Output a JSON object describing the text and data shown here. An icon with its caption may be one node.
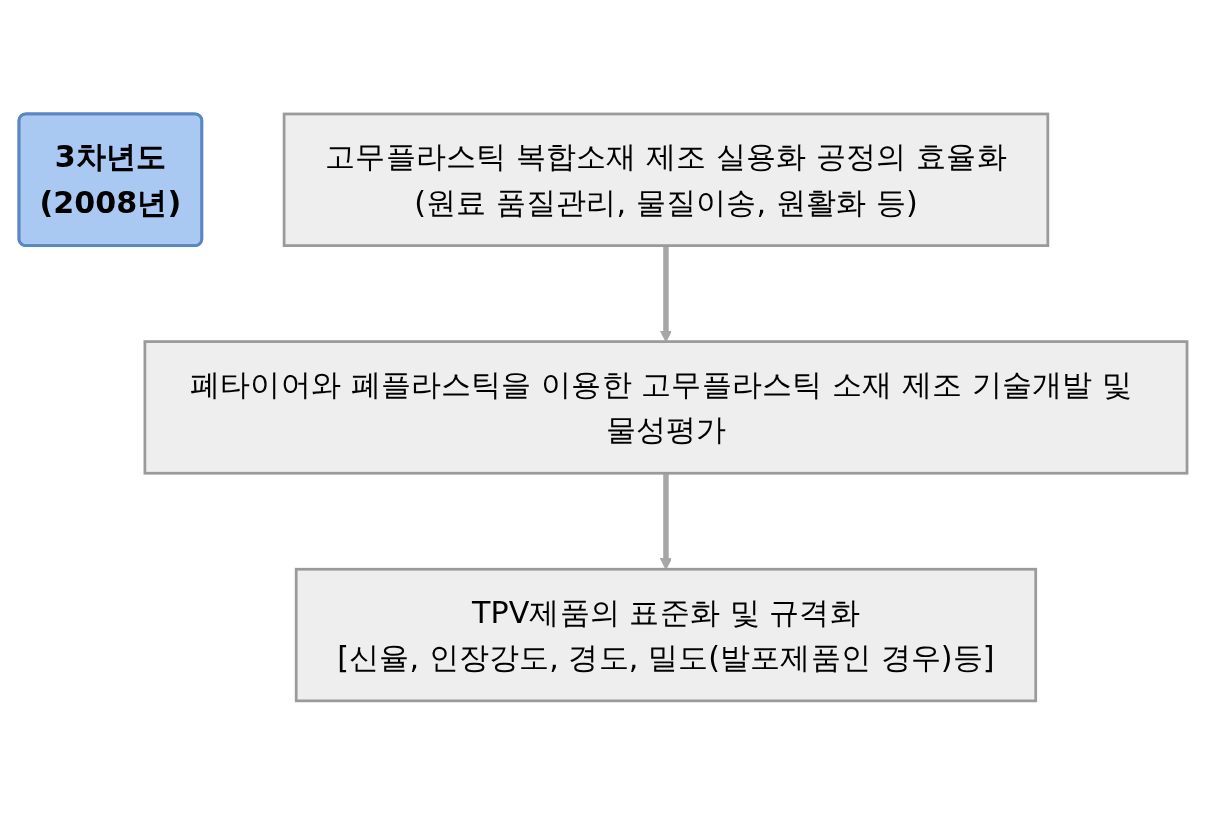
{
  "diagram": {
    "nodes": [
      {
        "text": [
          "3차년도",
          "(2008년)"
        ]
      },
      {
        "text": [
          "고무플라스틱 복합소재 제조 실용화 공정의 효율화",
          "(원료 품질관리, 물질이송, 원활화 등)"
        ]
      },
      {
        "text": [
          "폐타이어와 폐플라스틱을 이용한 고무플라스틱 소재 제조 기술개발 및 물성평가"
        ]
      },
      {
        "text": [
          "TPV제품의 표준화 및 규격화",
          "[신율, 인장강도, 경도, 밀도(발포제품인 경우)등]"
        ]
      }
    ],
    "edges": [
      {
        "from": 1,
        "to": 2,
        "arrow": "to"
      },
      {
        "from": 2,
        "to": 3,
        "arrow": "to"
      }
    ]
  }
}
